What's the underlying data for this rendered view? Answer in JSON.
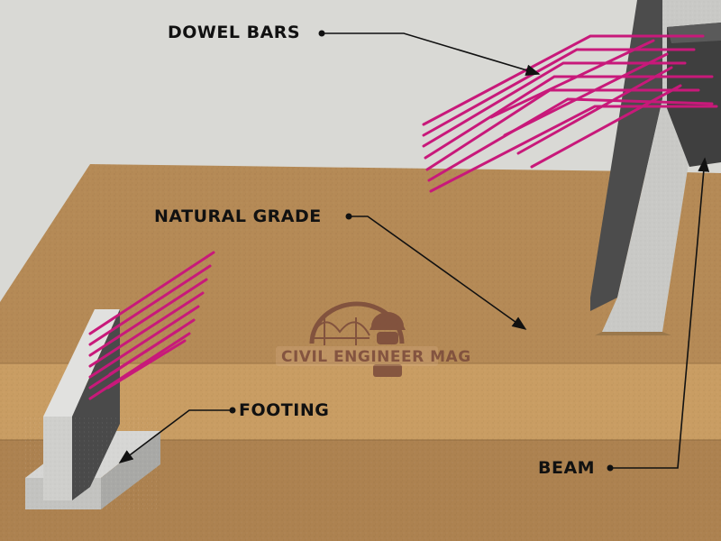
{
  "labels": {
    "dowel_bars": "DOWEL BARS",
    "natural_grade": "NATURAL GRADE",
    "footing": "FOOTING",
    "beam": "BEAM"
  },
  "watermark": {
    "text": "CIVIL ENGINEER MAG"
  },
  "colors": {
    "wall": "#d9d9d5",
    "soil_top": "#b58a56",
    "soil_band": "#c99d63",
    "soil_front": "#ad8250",
    "concrete_light": "#d2d2d2",
    "concrete_dark": "#4a4a4a",
    "rebar": "#c8197a",
    "leader": "#111111"
  }
}
